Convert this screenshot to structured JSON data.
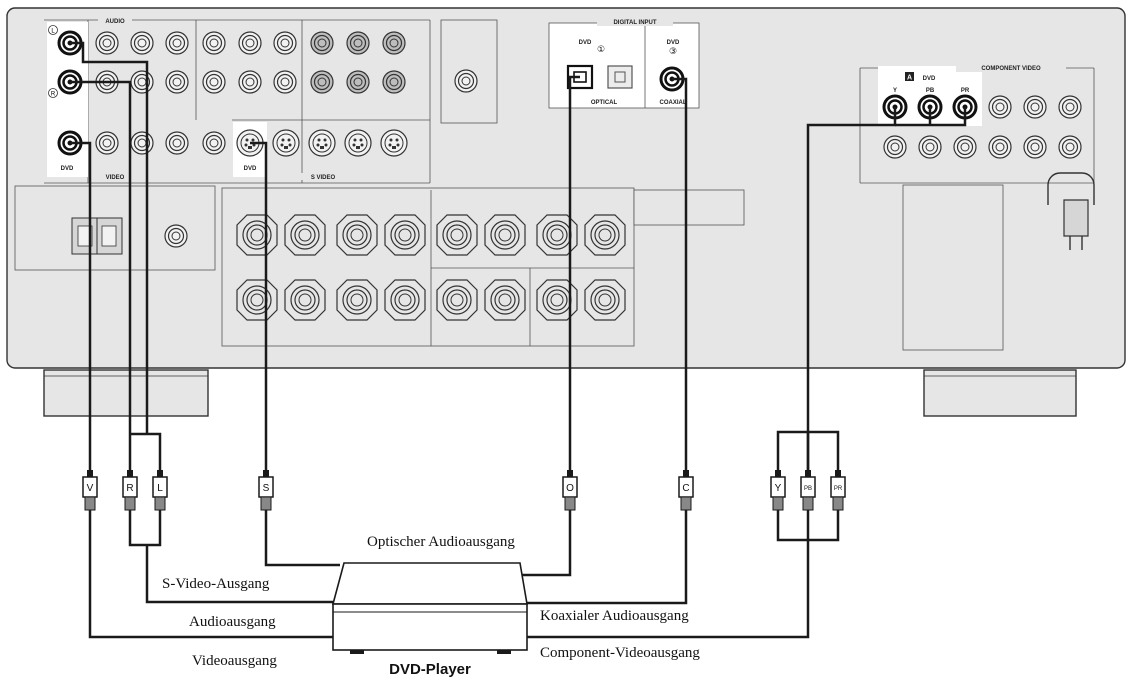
{
  "panel": {
    "audio": "AUDIO",
    "video": "VIDEO",
    "svideo": "S VIDEO",
    "dvd_audio": "DVD",
    "dvd_svideo": "DVD",
    "left_marker": "L",
    "right_marker": "R",
    "digital_input": "DIGITAL INPUT",
    "dvd_optical": "DVD",
    "optical_num": "①",
    "optical": "OPTICAL",
    "dvd_coaxial": "DVD",
    "coaxial_num": "③",
    "coaxial": "COAXIAL",
    "component_video": "COMPONENT VIDEO",
    "component_a": "A",
    "component_dvd": "DVD",
    "comp_y": "Y",
    "comp_pb": "PB",
    "comp_pr": "PR"
  },
  "plugs": {
    "video": "V",
    "audio_r": "R",
    "audio_l": "L",
    "svideo": "S",
    "optical": "O",
    "coaxial": "C",
    "comp_y": "Y",
    "comp_pb": "PB",
    "comp_pr": "PR"
  },
  "captions": {
    "optical_out": "Optischer Audioausgang",
    "svideo_out": "S-Video-Ausgang",
    "audio_out": "Audioausgang",
    "video_out": "Videoausgang",
    "coaxial_out": "Koaxialer Audioausgang",
    "component_out": "Component-Videoausgang",
    "device": "DVD-Player"
  },
  "colors": {
    "panel_fill": "#e6e6e6",
    "panel_stroke": "#333333",
    "shaded_jack": "#bdbdbd",
    "cable": "#1a1a1a"
  }
}
